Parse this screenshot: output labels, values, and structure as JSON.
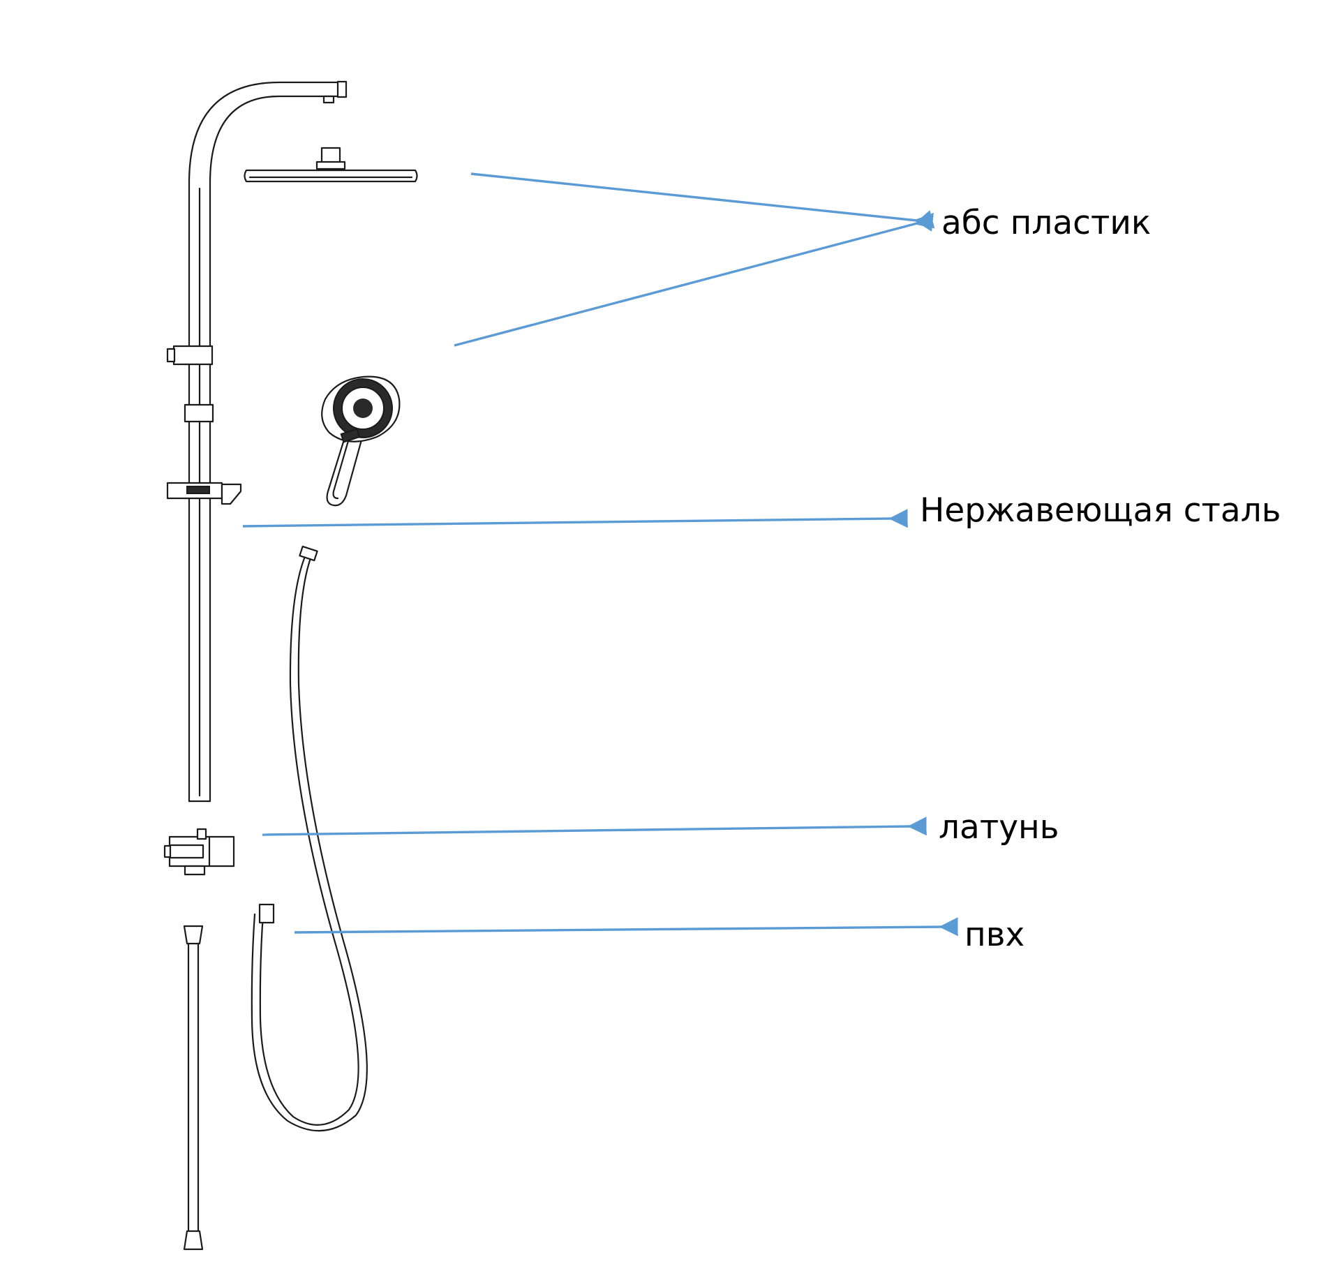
{
  "labels": {
    "abs_plastic": "абс пластик",
    "stainless_steel": "Нержавеющая сталь",
    "brass": "латунь",
    "pvc": "пвх"
  },
  "colors": {
    "arrow": "#5b9bd5",
    "drawing": "#1a1a1a",
    "background": "#ffffff"
  }
}
